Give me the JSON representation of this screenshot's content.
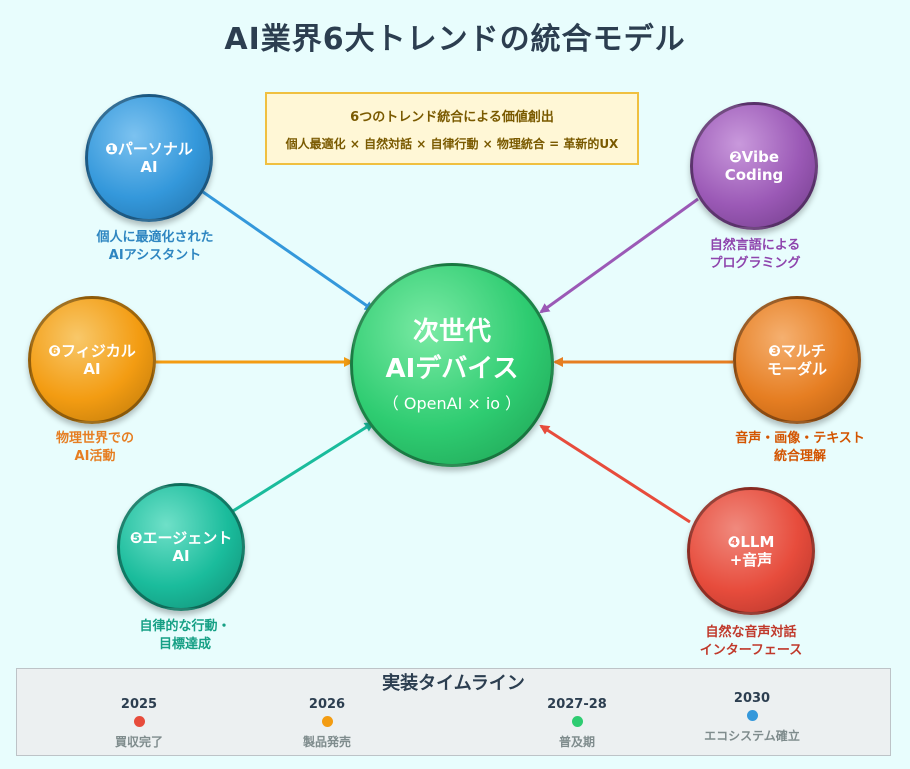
{
  "title": "AI業界6大トレンドの統合モデル",
  "formula": {
    "title": "6つのトレンド統合による価値創出",
    "text": "個人最適化 × 自然対話 × 自律行動 × 物理統合 = 革新的UX"
  },
  "center": {
    "line1": "次世代",
    "line2": "AIデバイス",
    "line3": "（ OpenAI × io ）",
    "color": "#2ecc71"
  },
  "nodes": [
    {
      "id": "personal",
      "line1": "❶パーソナル",
      "line2": "AI",
      "desc1": "個人に最適化された",
      "desc2": "AIアシスタント",
      "color": "#3498db"
    },
    {
      "id": "vibe",
      "line1": "❷Vibe",
      "line2": "Coding",
      "desc1": "自然言語による",
      "desc2": "プログラミング",
      "color": "#9b59b6"
    },
    {
      "id": "multimodal",
      "line1": "❸マルチ",
      "line2": "モーダル",
      "desc1": "音声・画像・テキスト",
      "desc2": "統合理解",
      "color": "#e67e22"
    },
    {
      "id": "llm-voice",
      "line1": "❹LLM",
      "line2": "+音声",
      "desc1": "自然な音声対話",
      "desc2": "インターフェース",
      "color": "#e74c3c"
    },
    {
      "id": "agent",
      "line1": "❺エージェント",
      "line2": "AI",
      "desc1": "自律的な行動・",
      "desc2": "目標達成",
      "color": "#1abc9c"
    },
    {
      "id": "physical",
      "line1": "❻フィジカル",
      "line2": "AI",
      "desc1": "物理世界での",
      "desc2": "AI活動",
      "color": "#f39c12"
    }
  ],
  "timeline": {
    "title": "実装タイムライン",
    "items": [
      {
        "year": "2025",
        "label": "買収完了",
        "color": "#e74c3c"
      },
      {
        "year": "2026",
        "label": "製品発売",
        "color": "#f39c12"
      },
      {
        "year": "2027-28",
        "label": "普及期",
        "color": "#2ecc71"
      },
      {
        "year": "2030",
        "label": "エコシステム確立",
        "color": "#3498db"
      }
    ]
  }
}
